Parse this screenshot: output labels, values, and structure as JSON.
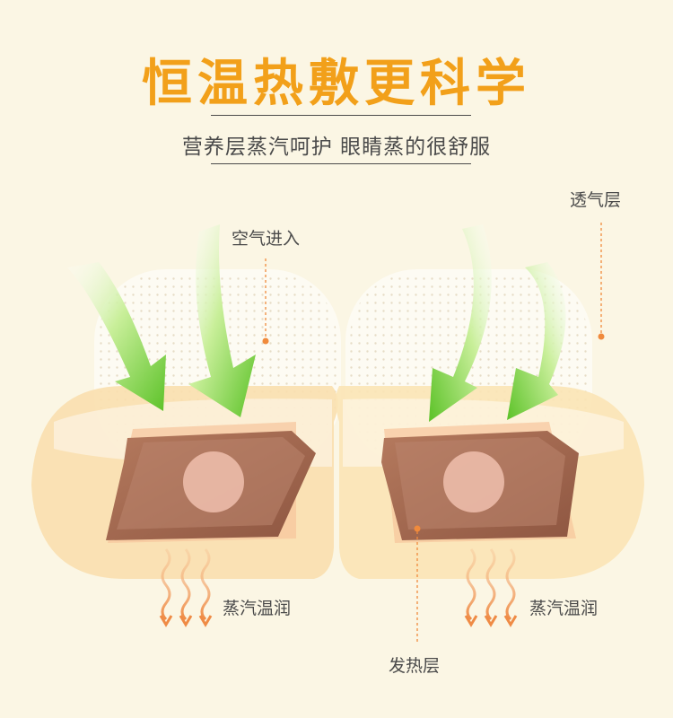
{
  "title": "恒温热敷更科学",
  "subtitle": "营养层蒸汽呵护  眼睛蒸的很舒服",
  "labels": {
    "breathable_layer": "透气层",
    "air_in": "空气进入",
    "steam_left": "蒸汽温润",
    "steam_right": "蒸汽温润",
    "heat_layer": "发热层"
  },
  "colors": {
    "title": "#f2a01a",
    "background": "#fbf6e4",
    "arrow_green": "#7ccf3a",
    "leader_orange": "#f08a3c",
    "pad_brown": "#a0624a"
  }
}
